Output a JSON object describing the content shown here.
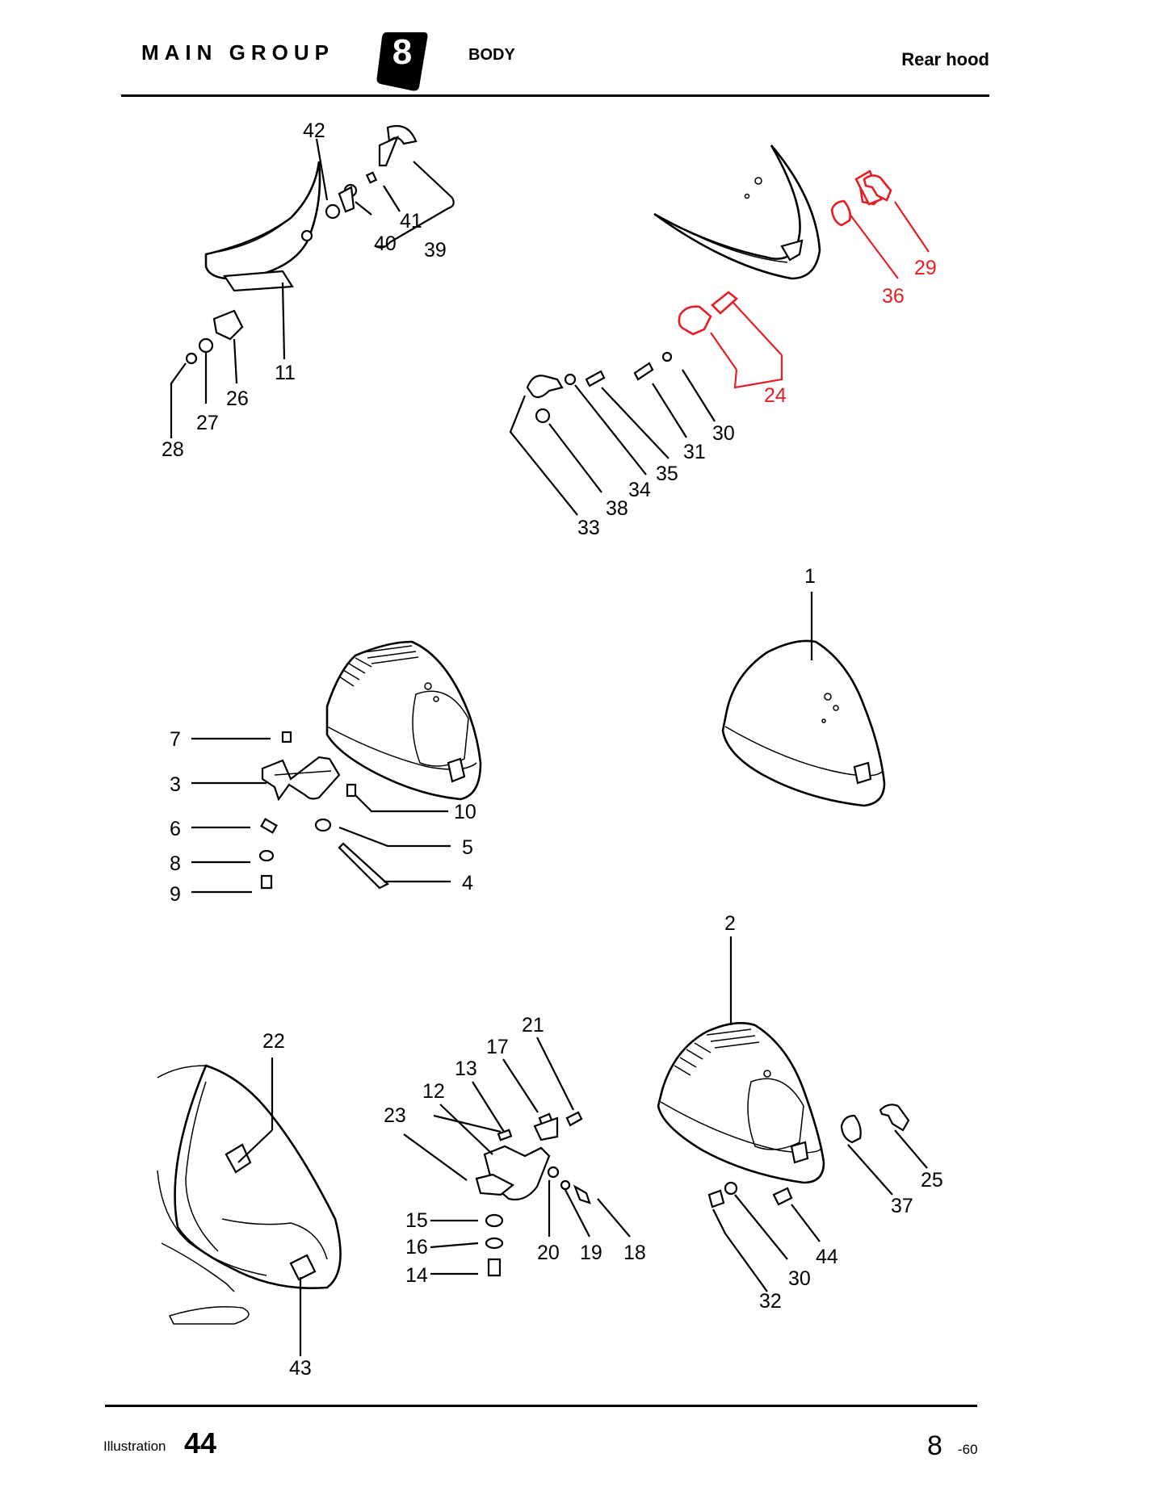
{
  "header": {
    "main_group": "MAIN GROUP",
    "group_number": "8",
    "group_name": "BODY",
    "section": "Rear hood"
  },
  "footer": {
    "illustration_label": "Illustration",
    "illustration_number": "44",
    "page_main": "8",
    "page_sub": "-60"
  },
  "colors": {
    "highlight": "#e31e24",
    "ink": "#000000"
  },
  "callouts": {
    "c1": "1",
    "c2": "2",
    "c3": "3",
    "c4": "4",
    "c5": "5",
    "c6": "6",
    "c7": "7",
    "c8": "8",
    "c9": "9",
    "c10": "10",
    "c11": "11",
    "c12": "12",
    "c13": "13",
    "c14": "14",
    "c15": "15",
    "c16": "16",
    "c17": "17",
    "c18": "18",
    "c19": "19",
    "c20": "20",
    "c21": "21",
    "c22": "22",
    "c23": "23",
    "c24": "24",
    "c25": "25",
    "c26": "26",
    "c27": "27",
    "c28": "28",
    "c29": "29",
    "c30a": "30",
    "c30b": "30",
    "c31": "31",
    "c32": "32",
    "c33": "33",
    "c34": "34",
    "c35": "35",
    "c36": "36",
    "c37": "37",
    "c38": "38",
    "c39": "39",
    "c40": "40",
    "c41": "41",
    "c42": "42",
    "c43": "43",
    "c44": "44"
  }
}
